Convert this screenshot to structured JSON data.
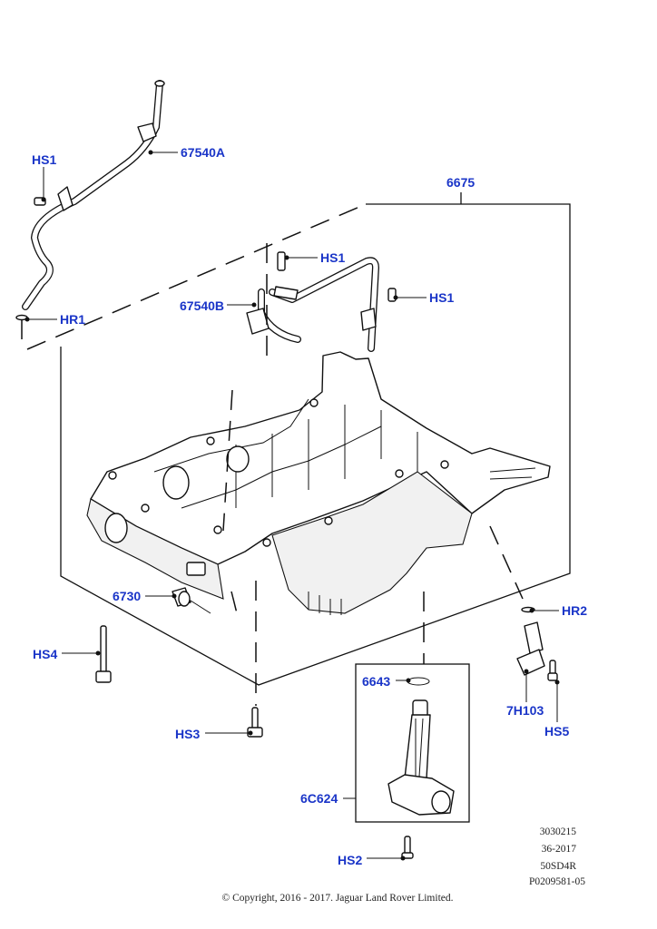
{
  "callouts": {
    "hs1_left": "HS1",
    "p67540a": "67540A",
    "hr1": "HR1",
    "p6675": "6675",
    "hs1_top": "HS1",
    "hs1_right": "HS1",
    "p67540b": "67540B",
    "p6730": "6730",
    "hr2": "HR2",
    "hs4": "HS4",
    "p6643": "6643",
    "p7h103": "7H103",
    "hs5": "HS5",
    "hs3": "HS3",
    "p6c624": "6C624",
    "hs2": "HS2"
  },
  "meta": {
    "code1": "3030215",
    "code2": "36-2017",
    "code3": "50SD4R",
    "code4": "P0209581-05",
    "copyright": "© Copyright, 2016 - 2017. Jaguar Land Rover Limited."
  },
  "colors": {
    "callout": "#1a35c8",
    "line": "#111111",
    "background": "#ffffff"
  }
}
